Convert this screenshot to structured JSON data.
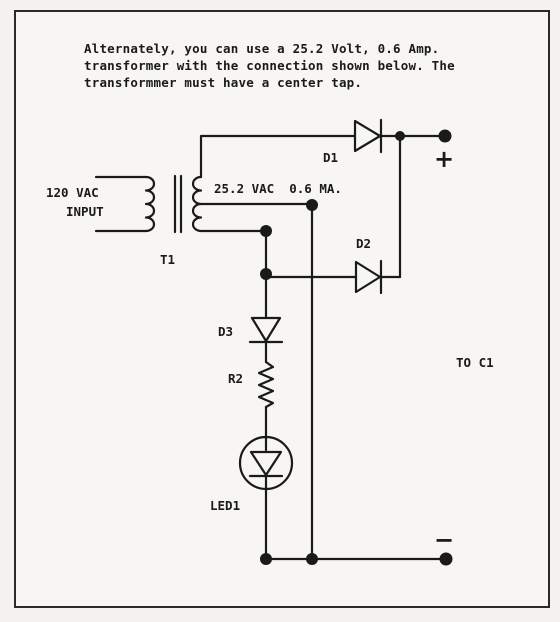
{
  "caption": {
    "line1": "Alternately, you can use a 25.2 Volt, 0.6  Amp.",
    "line2": "transformer with the connection shown below. The",
    "line3": "transformmer must have a center tap."
  },
  "labels": {
    "input_voltage": "120 VAC",
    "input": "INPUT",
    "transformer_rating": "25.2 VAC  0.6 MA.",
    "t1": "T1",
    "d1": "D1",
    "d2": "D2",
    "d3": "D3",
    "r2": "R2",
    "led1": "LED1",
    "to_c1": "TO C1",
    "plus": "+",
    "minus": "−"
  }
}
